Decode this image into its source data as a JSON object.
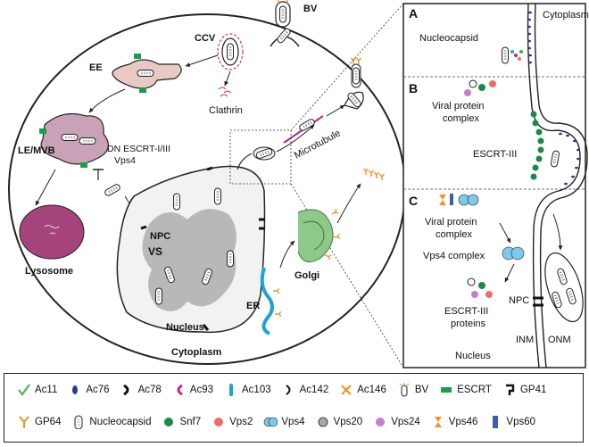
{
  "cell_labels": {
    "bv": "BV",
    "ccv": "CCV",
    "ee": "EE",
    "clathrin": "Clathrin",
    "le_mvb": "LE/MVB",
    "dn_escrt": "DN ESCRT-I/III",
    "vps4": "Vps4",
    "microtubule": "Microtubule",
    "npc": "NPC",
    "vs": "VS",
    "nucleus": "Nucleus",
    "lysosome": "Lysosome",
    "golgi": "Golgi",
    "er": "ER",
    "cytoplasm": "Cytoplasm"
  },
  "zoom_panel": {
    "panel_a": "A",
    "panel_b": "B",
    "panel_c": "C",
    "cytoplasm": "Cytoplasm",
    "nucleocapsid": "Nucleocapsid",
    "viral_protein_complex_b_1": "Viral protein",
    "viral_protein_complex_b_2": "complex",
    "escrt_iii": "ESCRT-III",
    "viral_protein_complex_c_1": "Viral protein",
    "viral_protein_complex_c_2": "complex",
    "vps4_complex": "Vps4 complex",
    "escrt_iii_proteins_1": "ESCRT-III",
    "escrt_iii_proteins_2": "proteins",
    "npc": "NPC",
    "inm": "INM",
    "onm": "ONM",
    "nucleus": "Nucleus"
  },
  "legend": {
    "row1": [
      {
        "icon": "ac11-icon",
        "label": "Ac11",
        "color": "#3db34a"
      },
      {
        "icon": "ac76-icon",
        "label": "Ac76",
        "color": "#2b3a8f"
      },
      {
        "icon": "ac78-icon",
        "label": "Ac78",
        "color": "#111111"
      },
      {
        "icon": "ac93-icon",
        "label": "Ac93",
        "color": "#b5288f"
      },
      {
        "icon": "ac103-icon",
        "label": "Ac103",
        "color": "#1fa0d8"
      },
      {
        "icon": "ac142-icon",
        "label": "Ac142",
        "color": "#111111"
      },
      {
        "icon": "ac146-icon",
        "label": "Ac146",
        "color": "#f0932b"
      },
      {
        "icon": "bv-icon",
        "label": "BV",
        "color": "#f0932b"
      },
      {
        "icon": "escrt-icon",
        "label": "ESCRT",
        "color": "#1a9e4b"
      },
      {
        "icon": "gp41-icon",
        "label": "GP41",
        "color": "#111111"
      }
    ],
    "row2": [
      {
        "icon": "gp64-icon",
        "label": "GP64",
        "color": "#f0932b"
      },
      {
        "icon": "nucleocapsid-icon",
        "label": "Nucleocapsid",
        "color": "#bbbbbb"
      },
      {
        "icon": "snf7-icon",
        "label": "Snf7",
        "color": "#1a8a4b"
      },
      {
        "icon": "vps2-icon",
        "label": "Vps2",
        "color": "#f26b6b"
      },
      {
        "icon": "vps4-icon",
        "label": "Vps4",
        "color": "#7cc9ee"
      },
      {
        "icon": "vps20-icon",
        "label": "Vps20",
        "color": "#aaaaaa"
      },
      {
        "icon": "vps24-icon",
        "label": "Vps24",
        "color": "#c77dd1"
      },
      {
        "icon": "vps46-icon",
        "label": "Vps46",
        "color": "#f0932b"
      },
      {
        "icon": "vps60-icon",
        "label": "Vps60",
        "color": "#3a5fa8"
      }
    ]
  }
}
